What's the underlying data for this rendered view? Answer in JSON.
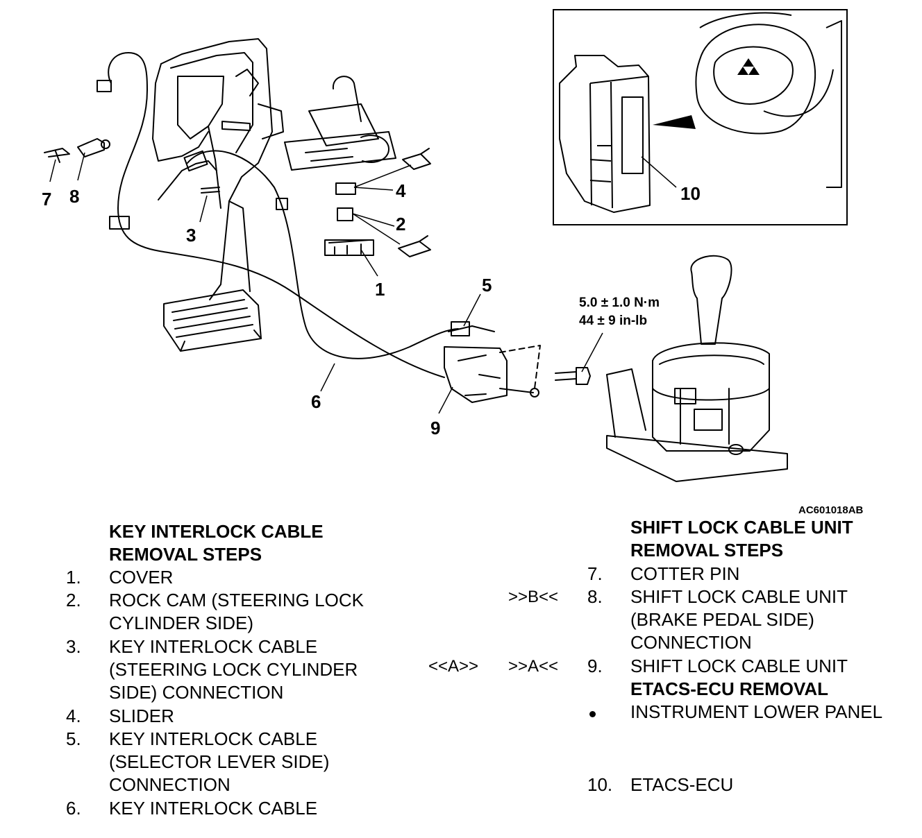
{
  "figure_id": "AC601018AB",
  "torque": {
    "metric": "5.0 ± 1.0 N·m",
    "imperial": "44 ± 9 in-lb"
  },
  "callouts": [
    "1",
    "2",
    "3",
    "4",
    "5",
    "6",
    "7",
    "8",
    "9",
    "10"
  ],
  "key_interlock": {
    "heading_line1": "KEY INTERLOCK CABLE",
    "heading_line2": "REMOVAL STEPS",
    "steps": [
      {
        "num": "1.",
        "lines": [
          "COVER"
        ]
      },
      {
        "num": "2.",
        "lines": [
          "ROCK CAM (STEERING LOCK",
          "CYLINDER SIDE)"
        ]
      },
      {
        "num": "3.",
        "lines": [
          "KEY INTERLOCK CABLE",
          "(STEERING LOCK CYLINDER",
          "SIDE) CONNECTION"
        ]
      },
      {
        "num": "4.",
        "lines": [
          "SLIDER"
        ]
      },
      {
        "num": "5.",
        "lines": [
          "KEY INTERLOCK CABLE",
          "(SELECTOR LEVER SIDE)",
          "CONNECTION"
        ]
      },
      {
        "num": "6.",
        "lines": [
          "KEY INTERLOCK CABLE"
        ]
      }
    ]
  },
  "shift_lock": {
    "heading_line1": "SHIFT LOCK CABLE UNIT",
    "heading_line2": "REMOVAL STEPS",
    "steps": [
      {
        "num": "7.",
        "lines": [
          "COTTER PIN"
        ]
      },
      {
        "num": "8.",
        "lines": [
          "SHIFT LOCK CABLE UNIT",
          "(BRAKE PEDAL SIDE)",
          "CONNECTION"
        ]
      },
      {
        "num": "9.",
        "lines": [
          "SHIFT LOCK CABLE UNIT"
        ]
      }
    ]
  },
  "etacs": {
    "heading": "ETACS-ECU REMOVAL",
    "prereq": "INSTRUMENT LOWER PANEL",
    "step_num": "10.",
    "step_label": "ETACS-ECU"
  },
  "marks": {
    "b_install": ">>B<<",
    "a_removal": "<<A>>",
    "a_install": ">>A<<"
  }
}
